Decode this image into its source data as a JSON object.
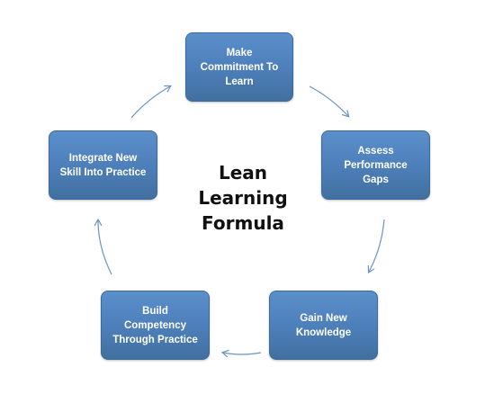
{
  "diagram": {
    "center_title": "Lean\nLearning\nFormula",
    "steps": [
      {
        "label": "Make\nCommitment To\nLearn"
      },
      {
        "label": "Assess\nPerformance\nGaps"
      },
      {
        "label": "Gain New\nKnowledge"
      },
      {
        "label": "Build\nCompetency\nThrough Practice"
      },
      {
        "label": "Integrate New\nSkill Into Practice"
      }
    ]
  },
  "colors": {
    "box_fill": "#4f81bd",
    "box_border": "#3d6a9e",
    "arrow": "#6a93c4",
    "title": "#111111"
  }
}
